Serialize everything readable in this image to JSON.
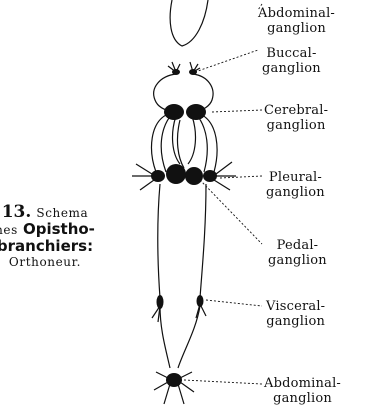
{
  "caption": {
    "fig_number": "13.",
    "line1_rest": "Schema",
    "line2_prefix": "nes",
    "line2_bold": "Opistho-",
    "line3": "branchiers:",
    "line4": "Orthoneur."
  },
  "labels": {
    "abdominal_top": "Abdominal-\nganglion",
    "buccal": "Buccal-\nganglion",
    "cerebral": "Cerebral-\nganglion",
    "pleural": "Pleural-\nganglion",
    "pedal": "Pedal-\nganglion",
    "visceral": "Visceral-\nganglion",
    "abdominal_bottom": "Abdominal-\nganglion"
  },
  "colors": {
    "ink": "#111111",
    "background": "#ffffff"
  }
}
